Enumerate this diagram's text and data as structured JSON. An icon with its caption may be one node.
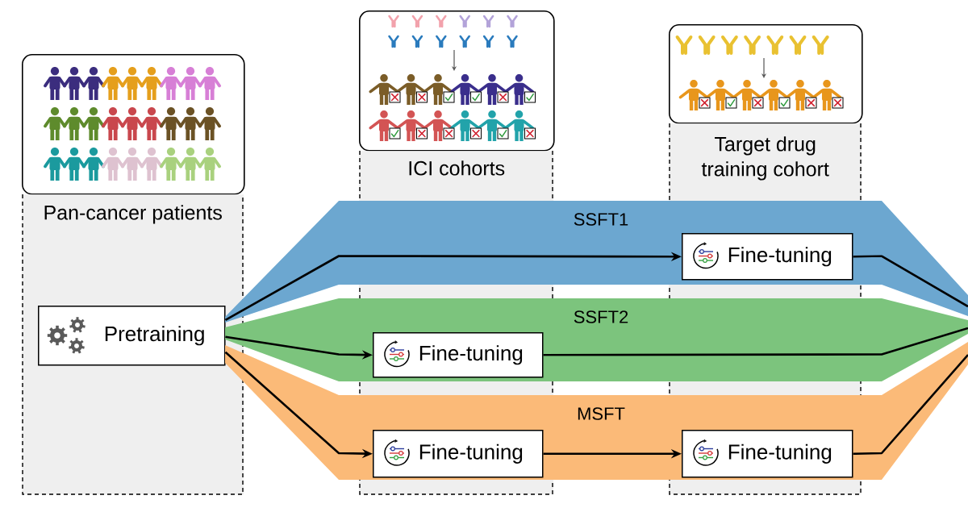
{
  "diagram": {
    "nodes": [
      {
        "text": [],
        "shape": "picture"
      },
      {
        "text": [
          "Pan-cancer patients"
        ]
      },
      {
        "text": [
          "Pretraining"
        ],
        "in": 1
      },
      {
        "text": [],
        "shape": "picture"
      },
      {
        "text": [
          "ICI cohorts"
        ]
      },
      {
        "text": [],
        "shape": "picture"
      },
      {
        "text": [
          "Target drug training cohort"
        ]
      },
      {
        "text": [
          "SSFT1"
        ]
      },
      {
        "text": [
          "Fine-tuning"
        ],
        "in": 7
      },
      {
        "text": [
          "SSFT2"
        ]
      },
      {
        "text": [
          "Fine-tuning"
        ],
        "in": 9
      },
      {
        "text": [
          "MSFT"
        ]
      },
      {
        "text": [
          "Fine-tuning"
        ],
        "in": 11
      },
      {
        "text": [
          "Fine-tuning"
        ],
        "in": 11
      }
    ],
    "edges": [
      {
        "from": 2,
        "to": 8,
        "arrow": "to"
      },
      {
        "from": 2,
        "to": 10,
        "arrow": "to"
      },
      {
        "from": 2,
        "to": 12,
        "arrow": "to"
      },
      {
        "from": 12,
        "to": 13,
        "arrow": "to"
      },
      {
        "from": 8,
        "to": null,
        "arrow": "none"
      },
      {
        "from": 10,
        "to": null,
        "arrow": "none"
      },
      {
        "from": 13,
        "to": null,
        "arrow": "none"
      }
    ]
  }
}
